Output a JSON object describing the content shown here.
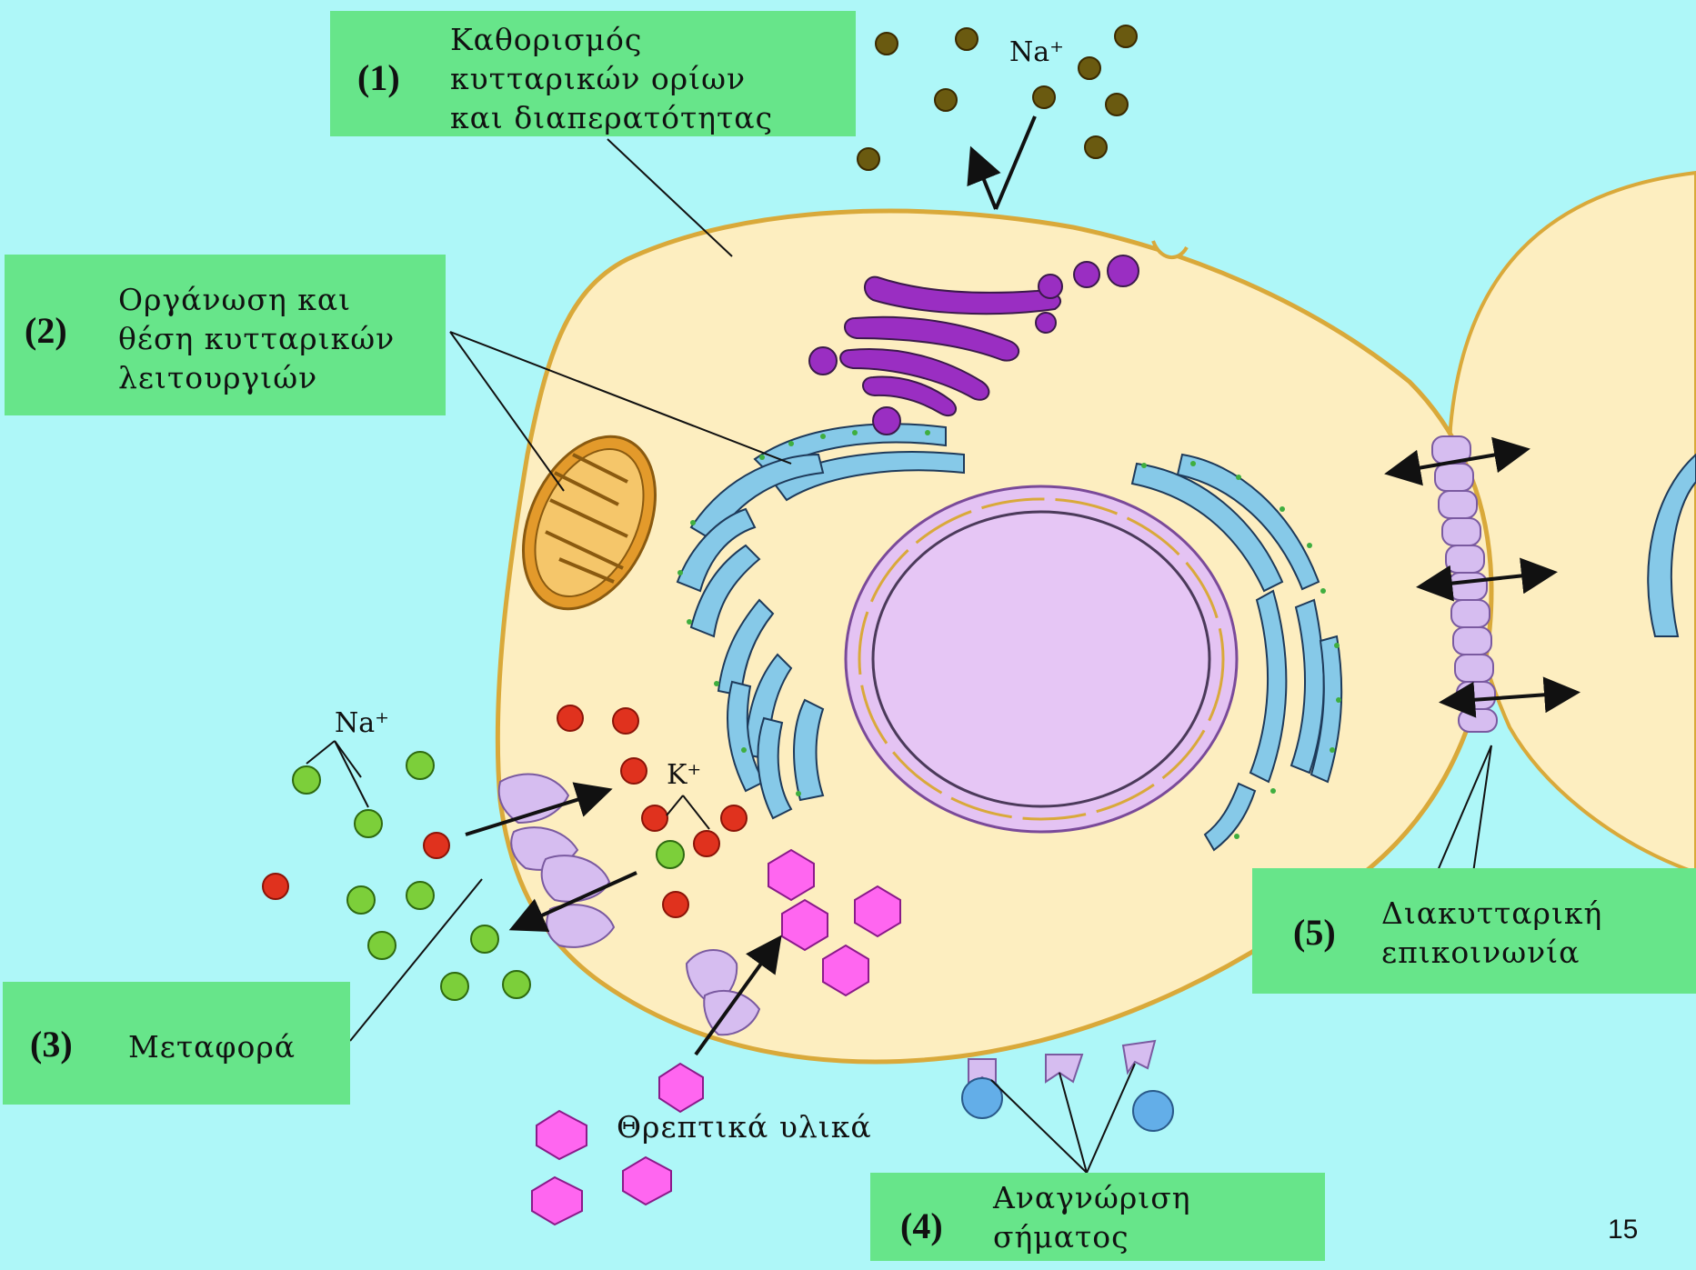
{
  "labels": {
    "box1": {
      "number": "(1)",
      "lines": [
        "Καθορισμός",
        "κυτταρικών ορίων",
        "και διαπερατότητας"
      ]
    },
    "box2": {
      "number": "(2)",
      "lines": [
        "Οργάνωση και",
        "θέση κυτταρικών",
        "λειτουργιών"
      ]
    },
    "box3": {
      "number": "(3)",
      "lines": [
        "Μεταφορά"
      ]
    },
    "box4": {
      "number": "(4)",
      "lines": [
        "Αναγνώριση",
        "σήματος"
      ]
    },
    "box5": {
      "number": "(5)",
      "lines": [
        "Διακυτταρική",
        "επικοινωνία"
      ]
    }
  },
  "ions": {
    "na_top": "Na⁺",
    "na_left": "Na⁺",
    "k": "K⁺"
  },
  "nutrients_label": "Θρεπτικά υλικά",
  "page_number": "15",
  "colors": {
    "background": "#aef7f8",
    "label_box": "#67e58a",
    "cytoplasm": "#fdeec0",
    "membrane": "#d9a93a",
    "nucleus": "#e4c3f3",
    "er": "#86c9e8",
    "golgi": "#9a2ec2",
    "mitochondrion": "#e39a2b",
    "sodium_ion": "#7ccf3a",
    "potassium_ion": "#e0321e",
    "nutrient": "#ff66f0",
    "transporter": "#d6bdf0",
    "signal_molecule": "#63aee8"
  }
}
